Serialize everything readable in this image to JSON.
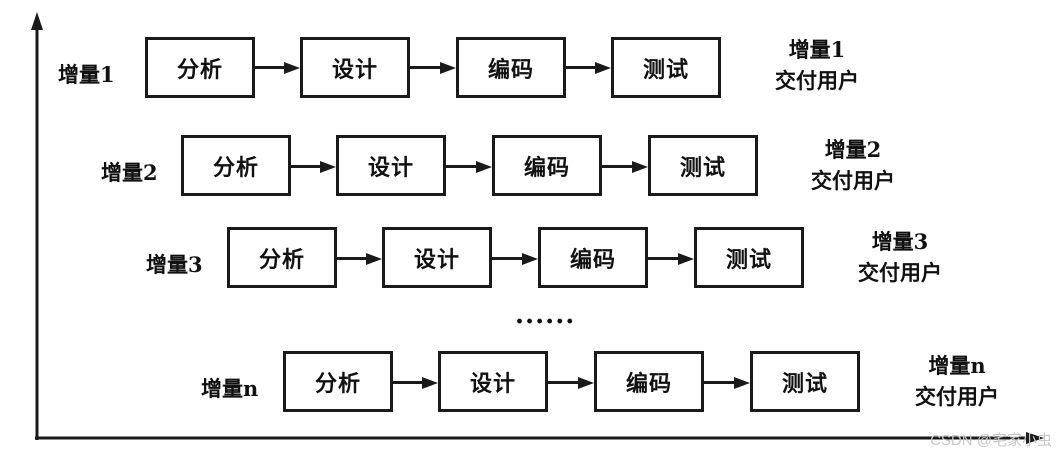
{
  "stages": [
    "分析",
    "设计",
    "编码",
    "测试"
  ],
  "increments": [
    {
      "label": "增量1",
      "delivery_line1": "增量1",
      "delivery_line2": "交付用户"
    },
    {
      "label": "增量2",
      "delivery_line1": "增量2",
      "delivery_line2": "交付用户"
    },
    {
      "label": "增量3",
      "delivery_line1": "增量3",
      "delivery_line2": "交付用户"
    },
    {
      "label": "增量n",
      "delivery_line1": "增量n",
      "delivery_line2": "交付用户"
    }
  ],
  "ellipsis": "......",
  "watermark": "CSDN @宅家小虫"
}
